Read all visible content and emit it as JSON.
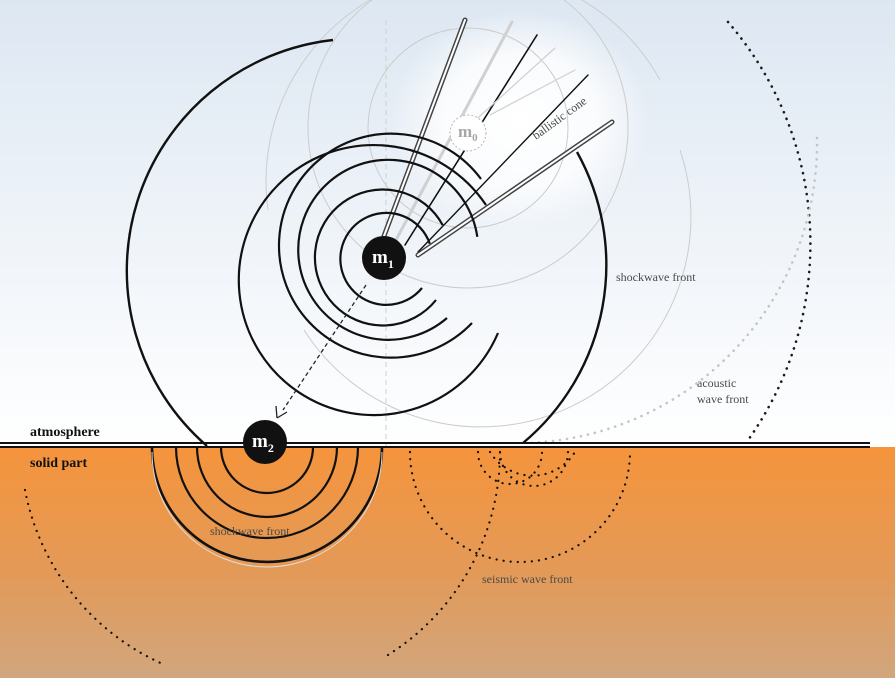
{
  "labels": {
    "atmosphere": "atmosphere",
    "solid_part": "solid part",
    "ballistic_cone": "ballistic cone",
    "shockwave_front_air": "shockwave front",
    "shockwave_front_ground": "shockwave front",
    "acoustic_line1": "acoustic",
    "acoustic_line2": "wave front",
    "seismic": "seismic wave front"
  },
  "masses": {
    "m0": {
      "base": "m",
      "sub": "0"
    },
    "m1": {
      "base": "m",
      "sub": "1"
    },
    "m2": {
      "base": "m",
      "sub": "2"
    }
  },
  "colors": {
    "sky_top": "#dfe8f3",
    "sky_bottom": "#ffffff",
    "ground_top": "#f4953f",
    "ground_bottom": "#d4a477",
    "ink": "#111111",
    "faint": "#c8c8c8"
  }
}
